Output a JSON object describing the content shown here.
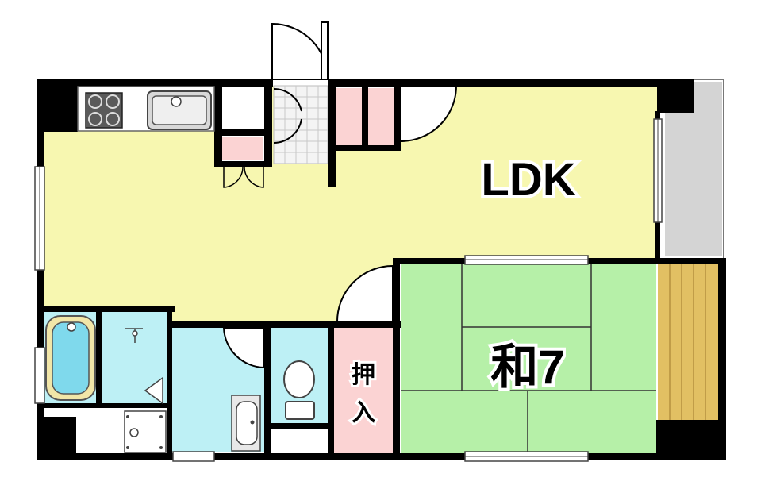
{
  "labels": {
    "ldk": "LDK",
    "washitsu": "和7",
    "oshiire_1": "押",
    "oshiire_2": "入"
  },
  "colors": {
    "wall": "#000000",
    "ldk_floor": "#f7f7b0",
    "tatami": "#b6f0a8",
    "tatami_line": "#333333",
    "wet_area": "#bdf0f5",
    "closet": "#fbd3d3",
    "balcony": "#d4d4d4",
    "wood_veranda": "#e2c063",
    "text_fill": "#000000",
    "text_outline": "#ffffff"
  },
  "icons": [
    "gas-stove-icon",
    "kitchen-sink-icon",
    "bathtub-icon",
    "toilet-icon",
    "wash-basin-icon",
    "washing-machine-icon",
    "door-swing-icon",
    "window-icon"
  ]
}
